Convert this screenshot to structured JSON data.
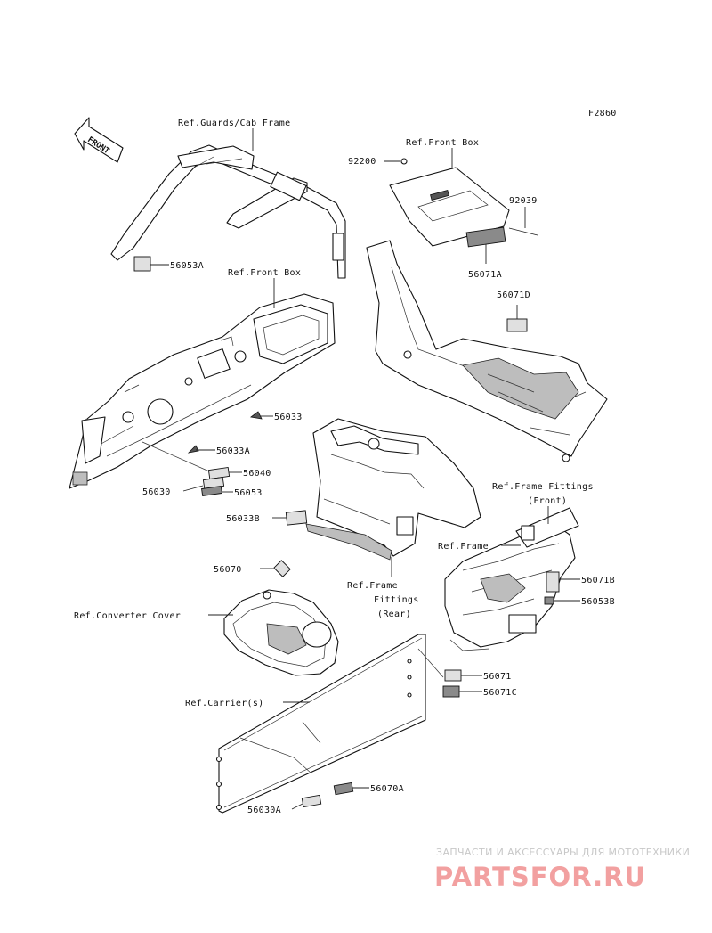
{
  "figure_code": "F2860",
  "front_arrow_text": "FRONT",
  "callouts": {
    "ref_guards_cab_frame": "Ref.Guards/Cab Frame",
    "ref_front_box_top": "Ref.Front Box",
    "ref_front_box_dash": "Ref.Front Box",
    "part_92200": "92200",
    "part_92039": "92039",
    "part_56071A": "56071A",
    "part_56071D": "56071D",
    "part_56053A": "56053A",
    "part_56033": "56033",
    "part_56033A": "56033A",
    "part_56040": "56040",
    "part_56030": "56030",
    "part_56053": "56053",
    "part_56033B": "56033B",
    "ref_frame_fittings_front_1": "Ref.Frame Fittings",
    "ref_frame_fittings_front_2": "(Front)",
    "ref_frame": "Ref.Frame",
    "part_56071B": "56071B",
    "part_56053B": "56053B",
    "part_56070": "56070",
    "ref_frame_fittings_rear_1": "Ref.Frame",
    "ref_frame_fittings_rear_2": "Fittings",
    "ref_frame_fittings_rear_3": "(Rear)",
    "ref_converter_cover": "Ref.Converter Cover",
    "part_56071": "56071",
    "part_56071C": "56071C",
    "ref_carriers": "Ref.Carrier(s)",
    "part_56070A": "56070A",
    "part_56030A": "56030A"
  },
  "watermark": {
    "tagline": "ЗАПЧАСТИ И АКСЕССУАРЫ ДЛЯ МОТОТЕХНИКИ",
    "logo": "PARTSFOR.RU",
    "logo_color": "#e88080"
  }
}
